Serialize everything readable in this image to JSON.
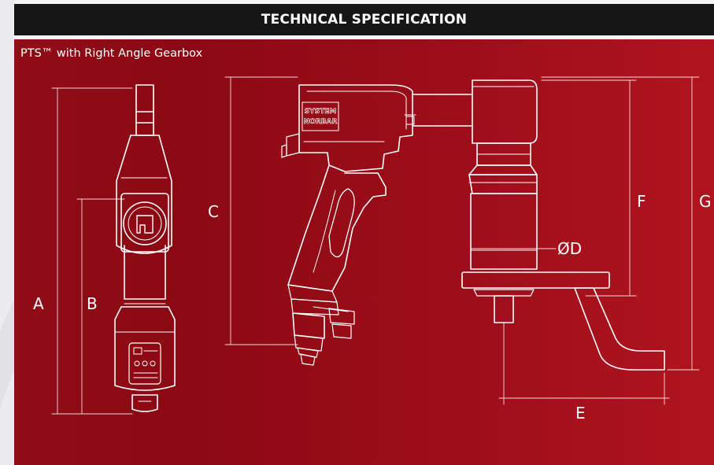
{
  "header": {
    "title": "TECHNICAL SPECIFICATION"
  },
  "subtitle": "PTS™ with Right Angle Gearbox",
  "tool_brand_text": [
    "SYSTEM",
    "NORBAR"
  ],
  "dimension_labels": {
    "a": "A",
    "b": "B",
    "c": "C",
    "d": "ØD",
    "e": "E",
    "f": "F",
    "g": "G"
  },
  "colors": {
    "header_bg": "#161616",
    "panel_red_dark": "#8c0913",
    "panel_red_light": "#b0141e",
    "line": "#ffffff"
  }
}
